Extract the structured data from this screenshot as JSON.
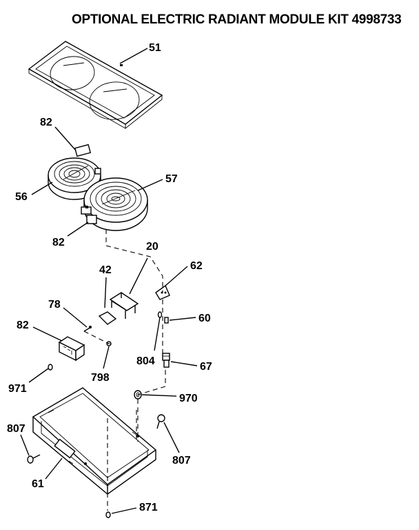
{
  "title": "OPTIONAL ELECTRIC RADIANT MODULE KIT 4998733",
  "callouts": {
    "c51": "51",
    "c82_top": "82",
    "c56": "56",
    "c57": "57",
    "c82_mid": "82",
    "c20": "20",
    "c42": "42",
    "c62": "62",
    "c78": "78",
    "c60": "60",
    "c82_switch": "82",
    "c804": "804",
    "c798": "798",
    "c67": "67",
    "c971": "971",
    "c970": "970",
    "c807_left": "807",
    "c807_right": "807",
    "c61": "61",
    "c871": "871"
  }
}
